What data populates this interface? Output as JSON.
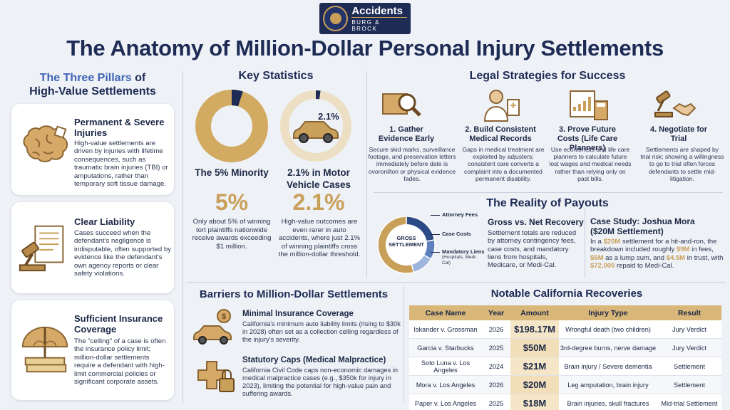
{
  "logo": {
    "brand": "Accidents",
    "sub": "BURG & BROCK",
    "seal_alt": "Law Offices of Burg & Brock seal"
  },
  "title": "The Anatomy of Million-Dollar Personal Injury Settlements",
  "pillars": {
    "title_highlight": "The Three Pillars",
    "title_rest_1": "of",
    "title_rest_2": "High-Value Settlements",
    "items": [
      {
        "title": "Permanent & Severe Injuries",
        "text": "High-value settlements are driven by injuries with lifetime consequences, such as traumatic brain injuries (TBI) or amputations, rather than temporary soft tissue damage.",
        "icon": "brain-icon"
      },
      {
        "title": "Clear Liability",
        "text": "Cases succeed when the defendant's negligence is indisputable, often supported by evidence like the defendant's own agency reports or clear safety violations.",
        "icon": "gavel-icon"
      },
      {
        "title": "Sufficient Insurance Coverage",
        "text": "The \"celling\" of a case is often the insurance policy limit; million-dollar settlements require a defendant with high-limit commercial policies or significant corporate assets.",
        "icon": "umbrella-money-icon"
      }
    ]
  },
  "stats": {
    "title": "Key Statistics",
    "items": [
      {
        "title": "The 5% Minority",
        "big": "5%",
        "text": "Only about 5% of winning tort plaintiffs nationwide receive awards exceeding $1 million.",
        "fraction": 0.05
      },
      {
        "title": "2.1% in Motor Vehicle Cases",
        "big": "2.1%",
        "badge": "2.1%",
        "text": "High-value outcomes are even rarer in auto accidents, where just 2.1% of winning plaintiffs cross the million-dollar threshold.",
        "fraction": 0.021
      }
    ]
  },
  "strategies": {
    "title": "Legal Strategies for Success",
    "items": [
      {
        "title": "1. Gather Evidence Early",
        "text": "Secure skid marks, surveillance footage, and preservation letters immediately before date is ovoronilton or physical evidence fades.",
        "icon": "magnifier-icon"
      },
      {
        "title": "2. Build Consistent Medical Records",
        "text": "Gaps in medical treatment are exploited by adjusters; consistent care converts a complaint into a documented permanent disability.",
        "icon": "doctor-icon"
      },
      {
        "title": "3. Prove Future Costs (Life Care Planners)",
        "text": "Use economists and life care planners to calculate future lost wages and medical needs rather than relying only on past bills.",
        "icon": "chart-calculator-icon"
      },
      {
        "title": "4. Negotiate for Trial",
        "text": "Settlements are shaped by trial risk; showing a willingness to go to trial often forces defendants to settle mid-litigation.",
        "icon": "gavel-handshake-icon"
      }
    ]
  },
  "payouts": {
    "title": "The Reality of Payouts",
    "donut_label": "GROSS SETTLEMENT",
    "segments": [
      {
        "label": "Attorney Fees",
        "color": "#2c4a86"
      },
      {
        "label": "Case Costs",
        "color": "#5d7fbd"
      },
      {
        "label": "Mandatory Liens",
        "sub": "(Hospitals, Medi-Cal)",
        "color": "#9fb6dc"
      }
    ],
    "gross_title": "Gross vs. Net Recovery",
    "gross_text": "Settlement totals are reduced by attorney contingency fees, case costs, and mandatory liens from hospitals, Medicare, or Medi-Cal.",
    "case_title": "Case Study: Joshua Mora ($20M Settlement)",
    "case_parts": [
      "In a ",
      "$20M",
      " settlement for a hit-and-ron, the breakdown included roughly ",
      "$9M",
      " in fees, ",
      "$6M",
      " as a lump sum, and ",
      "$4.5M",
      " in trust, with ",
      "$72,000",
      " repaid to Medi-Cal."
    ]
  },
  "barriers": {
    "title": "Barriers to Million-Dollar Settlements",
    "items": [
      {
        "title": "Minimal Insurance Coverage",
        "text": "California's minimum auto liability limits (rising to $30k in 2028) often set as a collection celling regardless of the injury's severity.",
        "icon": "car-dollar-icon"
      },
      {
        "title": "Statutory Caps (Medical Malpractice)",
        "text": "California Civil Code caps non-economic damages in medical malpractice cases (e.g., $350k for injury in 2023), limiting the potential for high-value pain and suffering awards.",
        "icon": "medical-lock-icon"
      }
    ]
  },
  "recoveries": {
    "title": "Notable California Recoveries",
    "headers": [
      "Case Name",
      "Year",
      "Amount",
      "Injury Type",
      "Result"
    ],
    "rows": [
      [
        "Iskander v. Grossman",
        "2026",
        "$198.17M",
        "Wrongful death (two children)",
        "Jury Verdict"
      ],
      [
        "Garcia v. Starbucks",
        "2025",
        "$50M",
        "3rd-degree burns, nerve damage",
        "Jury Verdict"
      ],
      [
        "Soto Luna v. Los Angeles",
        "2024",
        "$21M",
        "Brain injury / Severe dementia",
        "Settlement"
      ],
      [
        "Mora v. Los Angeles",
        "2026",
        "$20M",
        "Leg amputation, brain injury",
        "Settlement"
      ],
      [
        "Paper v. Los Angeles",
        "2025",
        "$18M",
        "Brain injuries, skull fractures",
        "Mid-trial Settlement"
      ]
    ]
  },
  "colors": {
    "navy": "#1d2b55",
    "gold": "#c9a05a",
    "highlight_blue": "#3f64b4"
  }
}
